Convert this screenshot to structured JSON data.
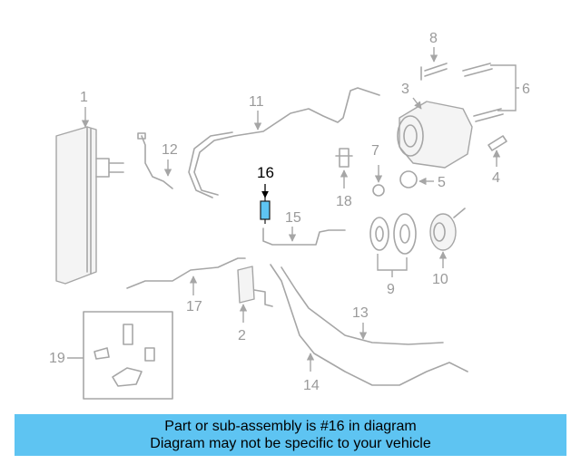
{
  "labels": {
    "p1": "1",
    "p2": "2",
    "p3": "3",
    "p4": "4",
    "p5": "5",
    "p6": "6",
    "p7": "7",
    "p8": "8",
    "p9": "9",
    "p10": "10",
    "p11": "11",
    "p12": "12",
    "p13": "13",
    "p14": "14",
    "p15": "15",
    "p16": "16",
    "p17": "17",
    "p18": "18",
    "p19": "19"
  },
  "highlight_part": "16",
  "colors": {
    "highlight": "#5ec4f2",
    "line_art": "#a6a6a6",
    "label_text": "#9a9a9a",
    "banner": "#5ec4f2"
  },
  "banner": {
    "line1": "Part or sub-assembly is #16 in diagram",
    "line2": "Diagram may not be specific to your vehicle"
  }
}
